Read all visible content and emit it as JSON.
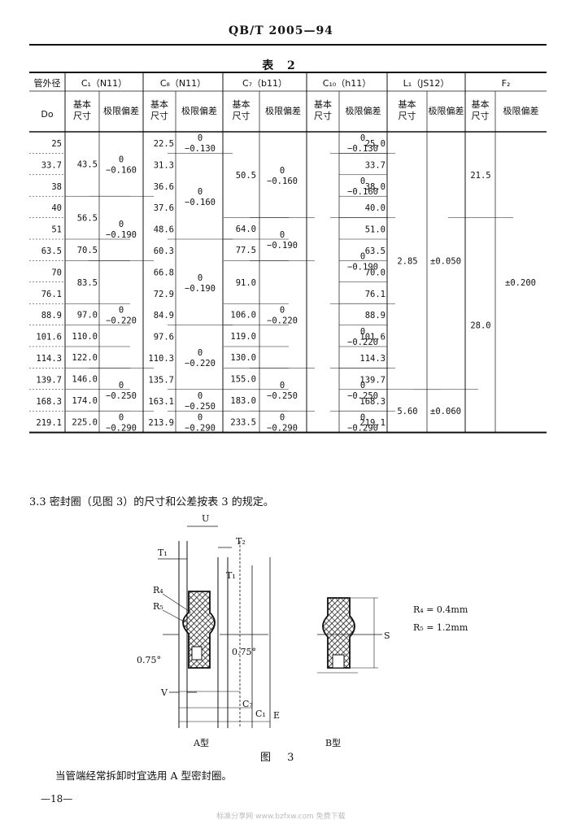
{
  "header": "QB/T 2005—94",
  "table_title": "表  2",
  "table": {
    "group_headers": [
      "管外径",
      "C₁（N11）",
      "C₈（N11）",
      "C₇（b11）",
      "C₁₀（h11）",
      "L₁（JS12）",
      "F₂"
    ],
    "sub_headers": [
      "Do",
      "基本尺寸",
      "极限偏差",
      "基本尺寸",
      "极限偏差",
      "基本尺寸",
      "极限偏差",
      "基本尺寸",
      "极限偏差",
      "基本尺寸",
      "极限偏差",
      "基本尺寸",
      "极限偏差"
    ],
    "do": [
      "25",
      "33.7",
      "38",
      "40",
      "51",
      "63.5",
      "70",
      "76.1",
      "88.9",
      "101.6",
      "114.3",
      "139.7",
      "168.3",
      "219.1"
    ],
    "c1_basic": [
      "43.5",
      "56.5",
      "70.5",
      "83.5",
      "97.0",
      "110.0",
      "122.0",
      "146.0",
      "174.0",
      "225.0"
    ],
    "c1_dev": [
      [
        "0",
        "−0.160"
      ],
      [
        "0",
        "−0.190"
      ],
      [
        "0",
        "−0.220"
      ],
      [
        "0",
        "−0.250"
      ],
      [
        "0",
        "−0.290"
      ]
    ],
    "c8_basic": [
      "22.5",
      "31.3",
      "36.6",
      "37.6",
      "48.6",
      "60.3",
      "66.8",
      "72.9",
      "84.9",
      "97.6",
      "110.3",
      "135.7",
      "163.1",
      "213.9"
    ],
    "c8_dev": [
      [
        "0",
        "−0.130"
      ],
      [
        "0",
        "−0.160"
      ],
      [
        "0",
        "−0.190"
      ],
      [
        "0",
        "−0.220"
      ],
      [
        "0",
        "−0.250"
      ],
      [
        "0",
        "−0.290"
      ]
    ],
    "c7_basic": [
      "50.5",
      "64.0",
      "77.5",
      "91.0",
      "106.0",
      "119.0",
      "130.0",
      "155.0",
      "183.0",
      "233.5"
    ],
    "c7_dev": [
      [
        "0",
        "−0.160"
      ],
      [
        "0",
        "−0.190"
      ],
      [
        "0",
        "−0.220"
      ],
      [
        "0",
        "−0.250"
      ],
      [
        "0",
        "−0.290"
      ]
    ],
    "c10_basic": [
      "25.0",
      "33.7",
      "38.0",
      "40.0",
      "51.0",
      "63.5",
      "70.0",
      "76.1",
      "88.9",
      "101.6",
      "114.3",
      "139.7",
      "168.3",
      "219.1"
    ],
    "c10_dev": [
      [
        "0",
        "−0.130"
      ],
      [
        "0",
        "−0.160"
      ],
      [
        "0",
        "−0.190"
      ],
      [
        "0",
        "−0.220"
      ],
      [
        "0",
        "−0.250"
      ],
      [
        "0",
        "−0.290"
      ]
    ],
    "l1_basic": [
      "2.85",
      "5.60"
    ],
    "l1_dev": [
      "±0.050",
      "±0.060"
    ],
    "f2_basic": [
      "21.5",
      "28.0"
    ],
    "f2_dev": [
      "±0.200"
    ]
  },
  "clause": "3.3  密封圈（见图 3）的尺寸和公差按表 3 的规定。",
  "figure": {
    "labels": [
      "U",
      "T₂",
      "T₁",
      "T₁",
      "R₄",
      "R₅",
      "0.75°",
      "0.75°",
      "V",
      "C₇",
      "C₁",
      "E",
      "S"
    ],
    "legend": [
      "R₄ = 0.4mm",
      "R₅ = 1.2mm"
    ],
    "type_a": "A型",
    "type_b": "B型",
    "caption": "图  3"
  },
  "note": "当管端经常拆卸时宜选用 A 型密封圈。",
  "page_number": "—18—",
  "watermark": "标准分享网 www.bzfxw.com 免费下载"
}
